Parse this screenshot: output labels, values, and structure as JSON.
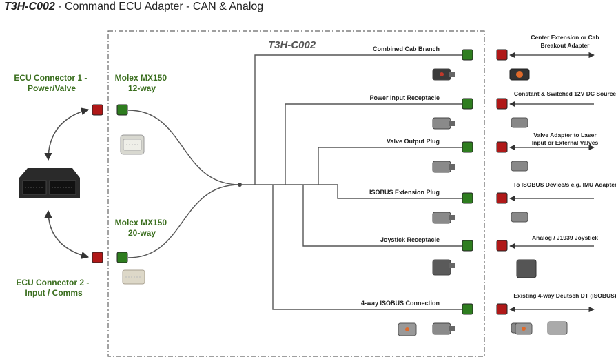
{
  "title": {
    "code": "T3H-C002",
    "rest": " - Command ECU Adapter - CAN & Analog"
  },
  "box_label": "T3H-C002",
  "left": {
    "conn1_label": [
      "ECU Connector 1 -",
      "Power/Valve"
    ],
    "conn2_label": [
      "ECU Connector 2 -",
      "Input / Comms"
    ],
    "molex12": [
      "Molex MX150",
      "12-way"
    ],
    "molex20": [
      "Molex MX150",
      "20-way"
    ]
  },
  "branches": [
    {
      "label": "Combined Cab Branch",
      "ext": [
        "Center Extension or Cab",
        "Breakout Adapter"
      ],
      "arrow": "both"
    },
    {
      "label": "Power Input Receptacle",
      "ext": [
        "Constant & Switched 12V DC Source"
      ],
      "arrow": "in"
    },
    {
      "label": "Valve Output Plug",
      "ext": [
        "Valve Adapter to Laser",
        "Input or External Valves"
      ],
      "arrow": "out"
    },
    {
      "label": "ISOBUS Extension Plug",
      "ext": [
        "To ISOBUS Device/s e.g. IMU Adapter"
      ],
      "arrow": "in"
    },
    {
      "label": "Joystick Receptacle",
      "ext": [
        "Analog / J1939 Joystick"
      ],
      "arrow": "in"
    },
    {
      "label": "4-way ISOBUS Connection",
      "ext": [
        "Existing 4-way Deutsch DT (ISOBUS)"
      ],
      "arrow": "both"
    }
  ],
  "colors": {
    "green": "#2e7d1f",
    "red": "#b01818",
    "label_green": "#3a6e1e",
    "wire": "#555555",
    "connector_grey": "#8a8a8a",
    "orange": "#e06a2a"
  },
  "icons": [
    "ecu-module-icon",
    "molex-12-icon",
    "molex-20-icon",
    "deutsch-connector-icon"
  ]
}
